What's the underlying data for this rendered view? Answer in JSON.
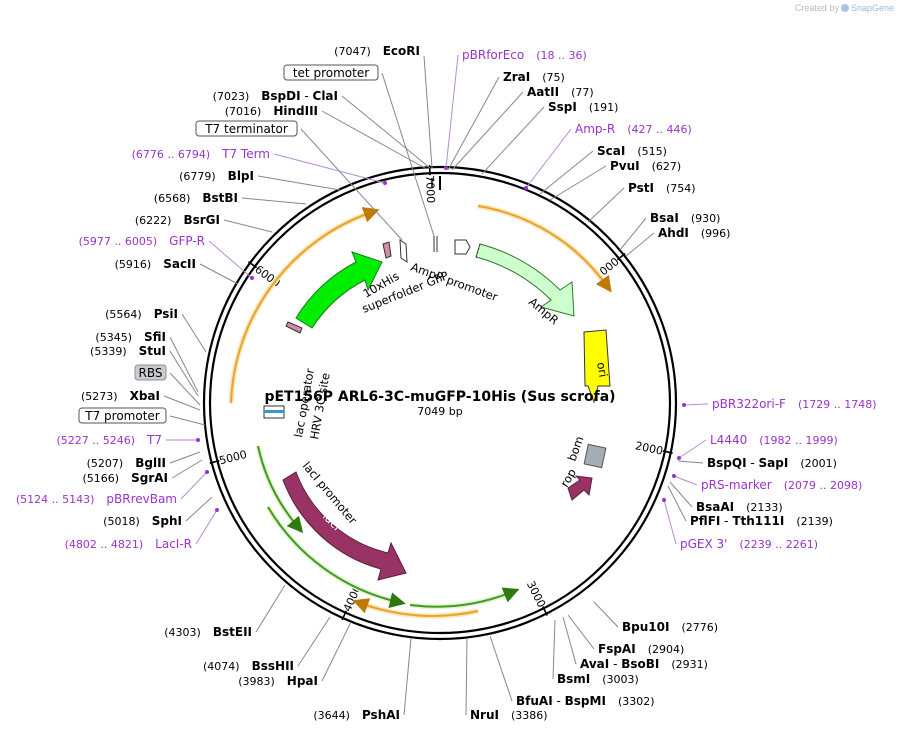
{
  "credit": {
    "prefix": "Created by",
    "brand": "SnapGene"
  },
  "plasmid": {
    "name": "pET156P ARL6-3C-muGFP-10His (Sus scrofa)",
    "length_label": "7049 bp",
    "length": 7049
  },
  "ticks": [
    {
      "pos": 1000,
      "label": "1000"
    },
    {
      "pos": 2000,
      "label": "2000"
    },
    {
      "pos": 3000,
      "label": "3000"
    },
    {
      "pos": 4000,
      "label": "4000"
    },
    {
      "pos": 5000,
      "label": "5000"
    },
    {
      "pos": 6000,
      "label": "6000"
    },
    {
      "pos": 7000,
      "label": "7000"
    }
  ],
  "sites": [
    {
      "name": "EcoRI",
      "pos": "(7047)",
      "side": "left",
      "kind": "enzyme"
    },
    {
      "name": "pBRforEco",
      "pos": "(18 .. 36)",
      "side": "right",
      "kind": "primer"
    },
    {
      "name": "ZraI",
      "pos": "(75)",
      "side": "right",
      "kind": "enzyme"
    },
    {
      "name": "AatII",
      "pos": "(77)",
      "side": "right",
      "kind": "enzyme"
    },
    {
      "name": "SspI",
      "pos": "(191)",
      "side": "right",
      "kind": "enzyme"
    },
    {
      "name": "Amp-R",
      "pos": "(427 .. 446)",
      "side": "right",
      "kind": "primer"
    },
    {
      "name": "ScaI",
      "pos": "(515)",
      "side": "right",
      "kind": "enzyme"
    },
    {
      "name": "PvuI",
      "pos": "(627)",
      "side": "right",
      "kind": "enzyme"
    },
    {
      "name": "PstI",
      "pos": "(754)",
      "side": "right",
      "kind": "enzyme"
    },
    {
      "name": "BsaI",
      "pos": "(930)",
      "side": "right",
      "kind": "enzyme"
    },
    {
      "name": "AhdI",
      "pos": "(996)",
      "side": "right",
      "kind": "enzyme"
    },
    {
      "name": "pBR322ori-F",
      "pos": "(1729 .. 1748)",
      "side": "right",
      "kind": "primer"
    },
    {
      "name": "L4440",
      "pos": "(1982 .. 1999)",
      "side": "right",
      "kind": "primer"
    },
    {
      "name": "BspQI",
      "name2": "SapI",
      "pos": "(2001)",
      "side": "right",
      "kind": "enzyme"
    },
    {
      "name": "pRS-marker",
      "pos": "(2079 .. 2098)",
      "side": "right",
      "kind": "primer"
    },
    {
      "name": "BsaAI",
      "pos": "(2133)",
      "side": "right",
      "kind": "enzyme"
    },
    {
      "name": "PflFI",
      "name2": "Tth111I",
      "pos": "(2139)",
      "side": "right",
      "kind": "enzyme"
    },
    {
      "name": "pGEX 3'",
      "pos": "(2239 .. 2261)",
      "side": "right",
      "kind": "primer"
    },
    {
      "name": "Bpu10I",
      "pos": "(2776)",
      "side": "right",
      "kind": "enzyme"
    },
    {
      "name": "FspAI",
      "pos": "(2904)",
      "side": "right",
      "kind": "enzyme"
    },
    {
      "name": "AvaI",
      "name2": "BsoBI",
      "pos": "(2931)",
      "side": "right",
      "kind": "enzyme"
    },
    {
      "name": "BsmI",
      "pos": "(3003)",
      "side": "right",
      "kind": "enzyme"
    },
    {
      "name": "BfuAI",
      "name2": "BspMI",
      "pos": "(3302)",
      "side": "right",
      "kind": "enzyme"
    },
    {
      "name": "NruI",
      "pos": "(3386)",
      "side": "right",
      "kind": "enzyme"
    },
    {
      "name": "PshAI",
      "pos": "(3644)",
      "side": "left",
      "kind": "enzyme"
    },
    {
      "name": "HpaI",
      "pos": "(3983)",
      "side": "left",
      "kind": "enzyme"
    },
    {
      "name": "BssHII",
      "pos": "(4074)",
      "side": "left",
      "kind": "enzyme"
    },
    {
      "name": "BstEII",
      "pos": "(4303)",
      "side": "left",
      "kind": "enzyme"
    },
    {
      "name": "LacI-R",
      "pos": "(4802 .. 4821)",
      "side": "left",
      "kind": "primer"
    },
    {
      "name": "SphI",
      "pos": "(5018)",
      "side": "left",
      "kind": "enzyme"
    },
    {
      "name": "pBRrevBam",
      "pos": "(5124 .. 5143)",
      "side": "left",
      "kind": "primer"
    },
    {
      "name": "SgrAI",
      "pos": "(5166)",
      "side": "left",
      "kind": "enzyme"
    },
    {
      "name": "BglII",
      "pos": "(5207)",
      "side": "left",
      "kind": "enzyme"
    },
    {
      "name": "T7",
      "pos": "(5227 .. 5246)",
      "side": "left",
      "kind": "primer"
    },
    {
      "name": "T7 promoter",
      "pos": "",
      "side": "left",
      "kind": "boxed"
    },
    {
      "name": "XbaI",
      "pos": "(5273)",
      "side": "left",
      "kind": "enzyme"
    },
    {
      "name": "RBS",
      "pos": "",
      "side": "left",
      "kind": "grey"
    },
    {
      "name": "StuI",
      "pos": "(5339)",
      "side": "left",
      "kind": "enzyme"
    },
    {
      "name": "SfiI",
      "pos": "(5345)",
      "side": "left",
      "kind": "enzyme"
    },
    {
      "name": "PsiI",
      "pos": "(5564)",
      "side": "left",
      "kind": "enzyme"
    },
    {
      "name": "SacII",
      "pos": "(5916)",
      "side": "left",
      "kind": "enzyme"
    },
    {
      "name": "GFP-R",
      "pos": "(5977 .. 6005)",
      "side": "left",
      "kind": "primer"
    },
    {
      "name": "BsrGI",
      "pos": "(6222)",
      "side": "left",
      "kind": "enzyme"
    },
    {
      "name": "BstBI",
      "pos": "(6568)",
      "side": "left",
      "kind": "enzyme"
    },
    {
      "name": "BlpI",
      "pos": "(6779)",
      "side": "left",
      "kind": "enzyme"
    },
    {
      "name": "T7 Term",
      "pos": "(6776 .. 6794)",
      "side": "left",
      "kind": "primer"
    },
    {
      "name": "T7 terminator",
      "pos": "",
      "side": "left",
      "kind": "boxed"
    },
    {
      "name": "HindIII",
      "pos": "(7016)",
      "side": "left",
      "kind": "enzyme"
    },
    {
      "name": "BspDI",
      "name2": "ClaI",
      "pos": "(7023)",
      "side": "left",
      "kind": "enzyme"
    },
    {
      "name": "tet promoter",
      "pos": "",
      "side": "left",
      "kind": "boxed"
    }
  ],
  "features": [
    {
      "name": "AmpR promoter",
      "color": "#ffffff"
    },
    {
      "name": "AmpR",
      "color": "#ccffcc"
    },
    {
      "name": "ori",
      "color": "#ffff00"
    },
    {
      "name": "bom",
      "color": "#a6acb3"
    },
    {
      "name": "rop",
      "color": "#993366"
    },
    {
      "name": "lacI",
      "color": "#993366"
    },
    {
      "name": "lacI promoter",
      "color": "#ffffff"
    },
    {
      "name": "lac operator",
      "color": "#ffffff"
    },
    {
      "name": "HRV 3C site",
      "color": "#ffffff"
    },
    {
      "name": "10xHis",
      "color": "#ffffff"
    },
    {
      "name": "superfolder GFP",
      "color": "#00ee00"
    }
  ],
  "colors": {
    "enzyme": "#000000",
    "primer": "#9933cc",
    "backbone": "#000000",
    "orange_arc": "#e5a431",
    "green_arc": "#449922"
  }
}
